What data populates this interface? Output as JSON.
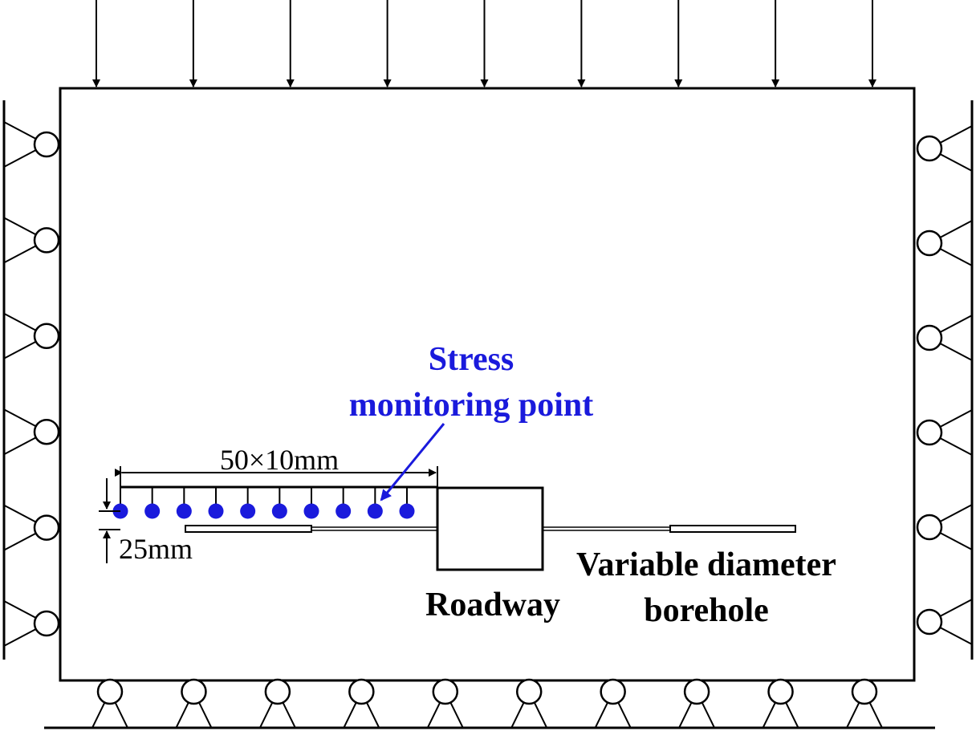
{
  "labels": {
    "stress_line1": "Stress",
    "stress_line2": "monitoring point",
    "horizontal_dimension": "50×10mm",
    "vertical_dimension": "25mm",
    "roadway": "Roadway",
    "borehole_line1": "Variable diameter",
    "borehole_line2": "borehole"
  },
  "counts": {
    "load_arrows": 9,
    "left_supports": 6,
    "right_supports": 6,
    "bottom_supports": 10,
    "monitoring_points": 10
  },
  "colors": {
    "line": "#000000",
    "monitoring_point": "#1a1adc",
    "background": "#ffffff"
  }
}
